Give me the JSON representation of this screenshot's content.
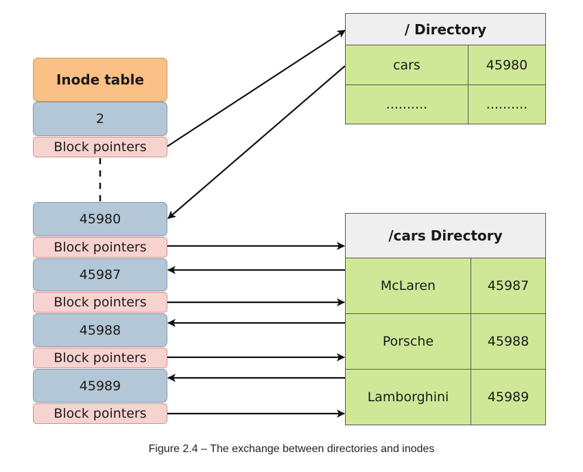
{
  "inode_table": {
    "header": "Inode table",
    "first_entry": {
      "number": "2",
      "pointer_label": "Block pointers"
    },
    "entries": [
      {
        "number": "45980",
        "pointer_label": "Block pointers"
      },
      {
        "number": "45987",
        "pointer_label": "Block pointers"
      },
      {
        "number": "45988",
        "pointer_label": "Block pointers"
      },
      {
        "number": "45989",
        "pointer_label": "Block pointers"
      }
    ]
  },
  "root_directory": {
    "title": "/ Directory",
    "rows": [
      {
        "name": "cars",
        "inode": "45980"
      },
      {
        "name": "..........",
        "inode": ".........."
      }
    ]
  },
  "cars_directory": {
    "title": "/cars Directory",
    "rows": [
      {
        "name": "McLaren",
        "inode": "45987"
      },
      {
        "name": "Porsche",
        "inode": "45988"
      },
      {
        "name": "Lamborghini",
        "inode": "45989"
      }
    ]
  },
  "caption": "Figure 2.4 – The exchange between directories and inodes",
  "colors": {
    "inode_header": "#fbc086",
    "inode_number": "#b4c7d6",
    "block_pointer": "#f7d3d0",
    "directory_header": "#efefef",
    "directory_cell": "#cfe897",
    "arrow": "#111111"
  }
}
